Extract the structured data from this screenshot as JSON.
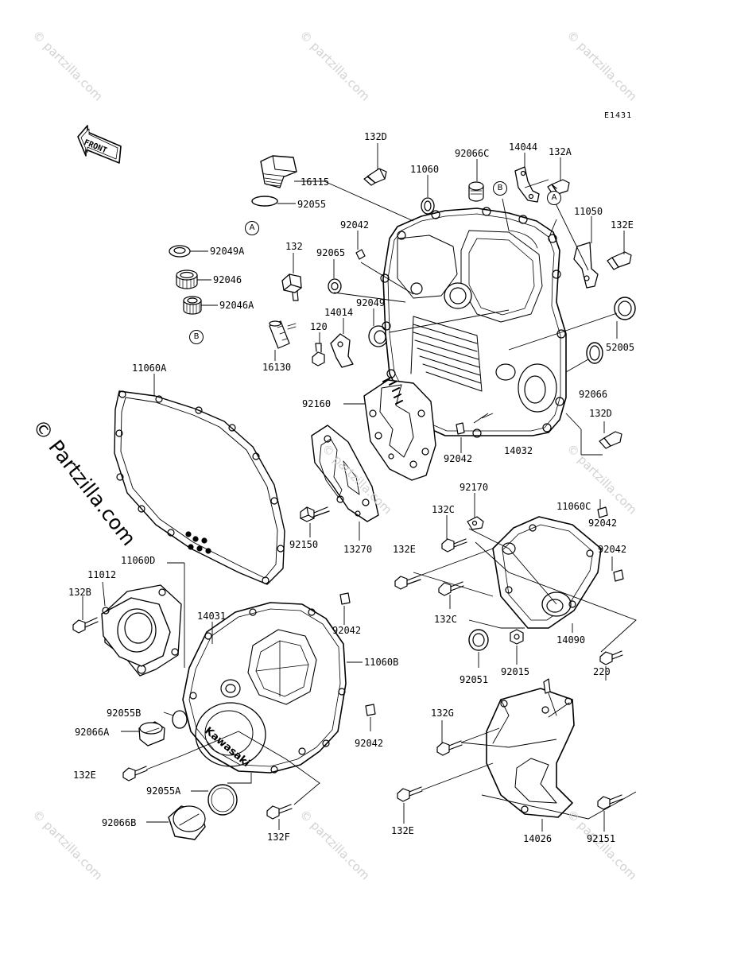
{
  "diagram_code": "E1431",
  "front_label": "FRONT",
  "watermark": "© partzilla.com",
  "watermark_side": "© Partzilla.com",
  "callouts": {
    "a": "A",
    "b": "B"
  },
  "parts": {
    "p132D_top": "132D",
    "p16115": "16115",
    "p92055": "92055",
    "p92066C": "92066C",
    "p11060": "11060",
    "p14044": "14044",
    "p132A": "132A",
    "p11050": "11050",
    "p132E_top": "132E",
    "p92049A": "92049A",
    "p92046": "92046",
    "p92046A": "92046A",
    "p132": "132",
    "p92042_top": "92042",
    "p92065": "92065",
    "p92049": "92049",
    "p14014": "14014",
    "p120": "120",
    "p16130": "16130",
    "p52005": "52005",
    "p92066": "92066",
    "p132D_right": "132D",
    "p11060A": "11060A",
    "p92160": "92160",
    "p92042_mid": "92042",
    "p14032": "14032",
    "p92150": "92150",
    "p13270": "13270",
    "p92170": "92170",
    "p132C_top": "132C",
    "p11060C": "11060C",
    "p92042_r1": "92042",
    "p92042_r2": "92042",
    "p132E_mid": "132E",
    "p132C_bot": "132C",
    "p14090": "14090",
    "p92051": "92051",
    "p92015": "92015",
    "p220": "220",
    "p11060D": "11060D",
    "p11012": "11012",
    "p132B": "132B",
    "p14031": "14031",
    "p92042_lo1": "92042",
    "p11060B": "11060B",
    "p92055B": "92055B",
    "p92066A": "92066A",
    "p92042_lo2": "92042",
    "p132E_lo": "132E",
    "p92055A": "92055A",
    "p92066B": "92066B",
    "p132F": "132F",
    "p132G": "132G",
    "p132E_bot": "132E",
    "p14026": "14026",
    "p92151": "92151"
  },
  "cover_logo": "Kawasaki"
}
